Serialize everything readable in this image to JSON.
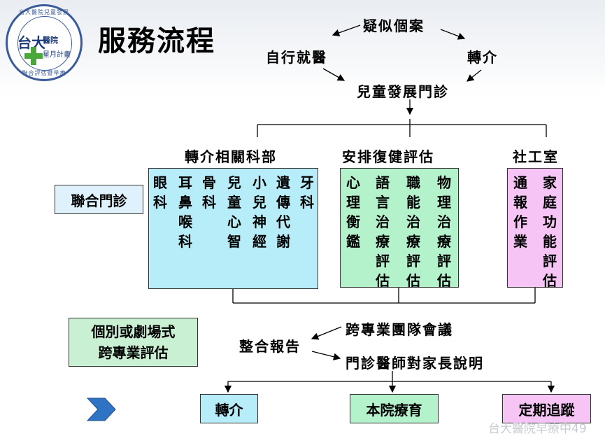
{
  "logo": {
    "ring_top": "台大醫院兒童發展",
    "ring_bottom": "聯合評估暨早療",
    "name": "台大",
    "sub1": "醫院",
    "sub2": "星月計畫"
  },
  "title": "服務流程",
  "flow": {
    "suspected": "疑似個案",
    "self_visit": "自行就醫",
    "referral": "轉介",
    "clinic": "兒童發展門診"
  },
  "groups": {
    "dept": {
      "heading": "轉介相關科部",
      "cols": [
        "眼科",
        "耳鼻喉科",
        "骨科",
        "兒童心智",
        "小兒神經",
        "遺傳代謝",
        "牙科"
      ]
    },
    "rehab": {
      "heading": "安排復健評估",
      "cols": [
        "心理衡鑑",
        "語言治療評估",
        "職能治療評估",
        "物理治療評估"
      ]
    },
    "social": {
      "heading": "社工室",
      "cols": [
        "通報作業",
        "家庭功能評估"
      ]
    }
  },
  "joint_clinic": "聯合門診",
  "individual_eval": [
    "個別或劇場式",
    "跨專業評估"
  ],
  "report": {
    "integrate": "整合報告",
    "meeting": "跨專業團隊會議",
    "explain": "門診醫師對家長說明"
  },
  "outcomes": {
    "refer": "轉介",
    "therapy": "本院療育",
    "followup": "定期追蹤"
  },
  "watermark": "台大醫院早療中49",
  "colors": {
    "dept_fill": "#b7ecf9",
    "rehab_fill": "#b4f2cc",
    "social_fill": "#f6c5f6",
    "joint_fill": "#dff1fb",
    "eval_fill": "#c9f0d3",
    "refer_fill": "#b7ecf9",
    "therapy_fill": "#b4f2cc",
    "followup_fill": "#f6c5f6",
    "chevron": "#2f73c4"
  }
}
